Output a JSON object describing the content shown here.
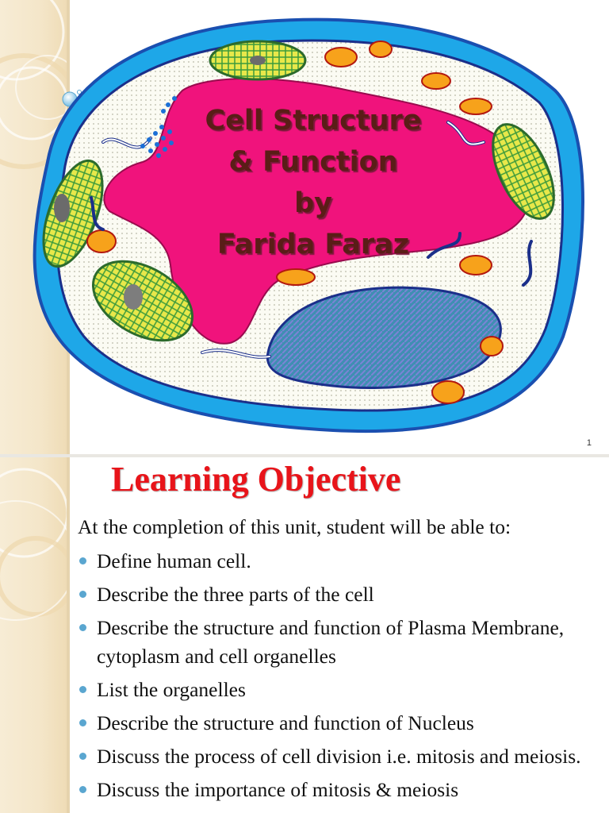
{
  "slide1": {
    "title_lines": [
      "Cell Structure",
      "& Function",
      "by",
      "Farida Faraz"
    ],
    "slide_number": "1",
    "accent": "#5a1d17"
  },
  "slide2": {
    "heading": "Learning Objective",
    "intro": "At the completion of this unit, student will be able to:",
    "bullets": [
      "Define human cell.",
      "Describe the three parts of the cell",
      "Describe the structure and function of Plasma Membrane, cytoplasm and cell organelles",
      "List the organelles",
      "Describe the structure and function of Nucleus",
      "Discuss the process  of cell division i.e. mitosis and meiosis.",
      "Discuss the importance of mitosis & meiosis"
    ],
    "heading_color": "#e8141a",
    "bullet_color": "#5aa6d0"
  }
}
